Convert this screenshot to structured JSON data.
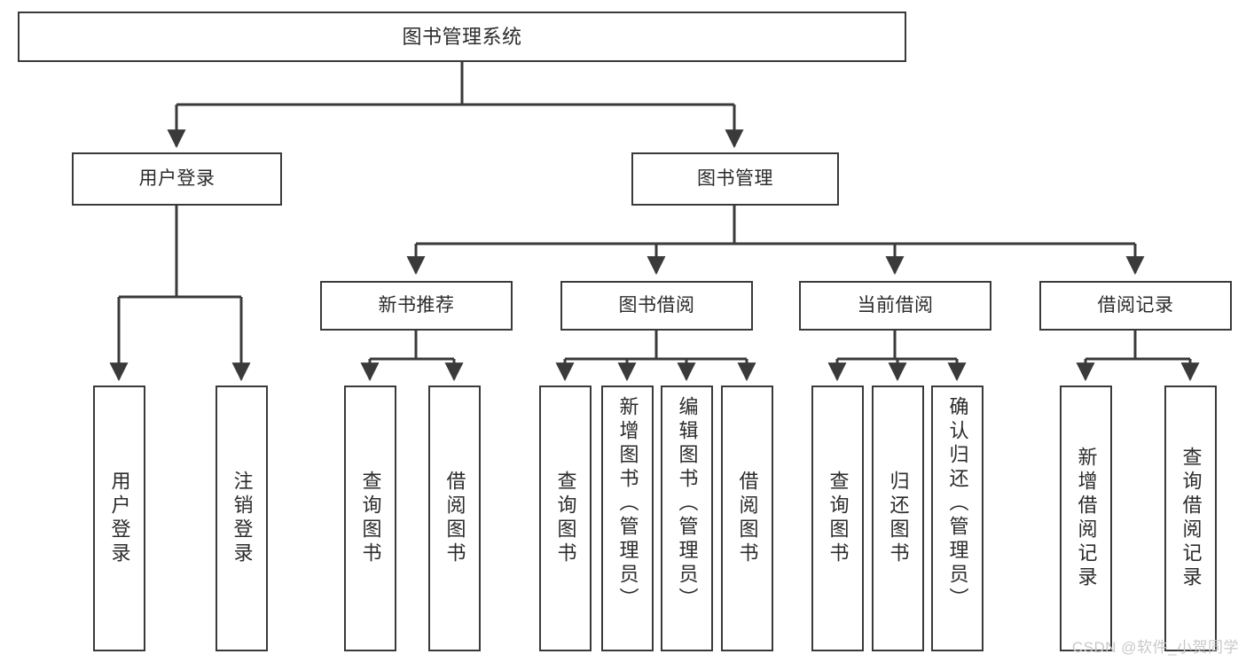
{
  "diagram": {
    "title": "图书管理系统",
    "watermark": "CSDN @软件_小贺同学",
    "colors": {
      "background": "#ffffff",
      "border": "#3a3a3a",
      "text": "#2b2b2b",
      "connector": "#3a3a3a",
      "watermark": "#c9c9c9"
    },
    "levels": {
      "root": {
        "label": "图书管理系统"
      },
      "branches": [
        {
          "label": "用户登录"
        },
        {
          "label": "图书管理"
        }
      ],
      "modules": [
        {
          "label": "新书推荐"
        },
        {
          "label": "图书借阅"
        },
        {
          "label": "当前借阅"
        },
        {
          "label": "借阅记录"
        }
      ],
      "leaves": [
        {
          "label": "用户登录",
          "parent": "用户登录"
        },
        {
          "label": "注销登录",
          "parent": "用户登录"
        },
        {
          "label": "查询图书",
          "parent": "新书推荐"
        },
        {
          "label": "借阅图书",
          "parent": "新书推荐"
        },
        {
          "label": "查询图书",
          "parent": "图书借阅"
        },
        {
          "label": "新增图书（管理员）",
          "parent": "图书借阅"
        },
        {
          "label": "编辑图书（管理员）",
          "parent": "图书借阅"
        },
        {
          "label": "借阅图书",
          "parent": "图书借阅"
        },
        {
          "label": "查询图书",
          "parent": "当前借阅"
        },
        {
          "label": "归还图书",
          "parent": "当前借阅"
        },
        {
          "label": "确认归还（管理员）",
          "parent": "当前借阅"
        },
        {
          "label": "新增借阅记录",
          "parent": "借阅记录"
        },
        {
          "label": "查询借阅记录",
          "parent": "借阅记录"
        }
      ]
    }
  }
}
